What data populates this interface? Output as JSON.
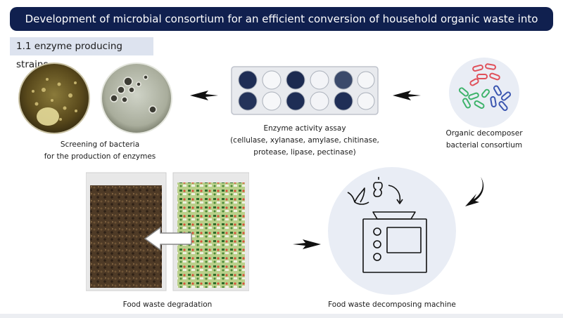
{
  "title": "Development of microbial consortium for an efficient conversion of household organic waste into organic biofertilizer",
  "section": "1.1 enzyme producing strains",
  "steps": {
    "screening": {
      "caption_lines": [
        "Screening of bacteria",
        "for the production of enzymes"
      ]
    },
    "assay": {
      "caption_lines": [
        "Enzyme activity assay",
        "(cellulase, xylanase, amylase, chitinase,",
        "protease, lipase, pectinase)"
      ]
    },
    "consortium": {
      "caption_lines": [
        "Organic decomposer",
        "bacterial consortium"
      ]
    },
    "machine": {
      "caption_lines": [
        "Food waste decomposing machine"
      ]
    },
    "degradation": {
      "caption_lines": [
        "Food waste degradation"
      ]
    }
  },
  "colors": {
    "title_bg": "#10204f",
    "section_bg": "#dde3ef",
    "circle_bg": "#e9edf5",
    "bacteria_red": "#e0505a",
    "bacteria_green": "#3db36a",
    "bacteria_blue": "#3a55b0"
  },
  "icons": [
    "arrow-right-icon",
    "arrow-curved-down-icon",
    "arrow-left-icon",
    "banana-peel-icon",
    "apple-core-icon",
    "decomposer-machine-icon"
  ]
}
